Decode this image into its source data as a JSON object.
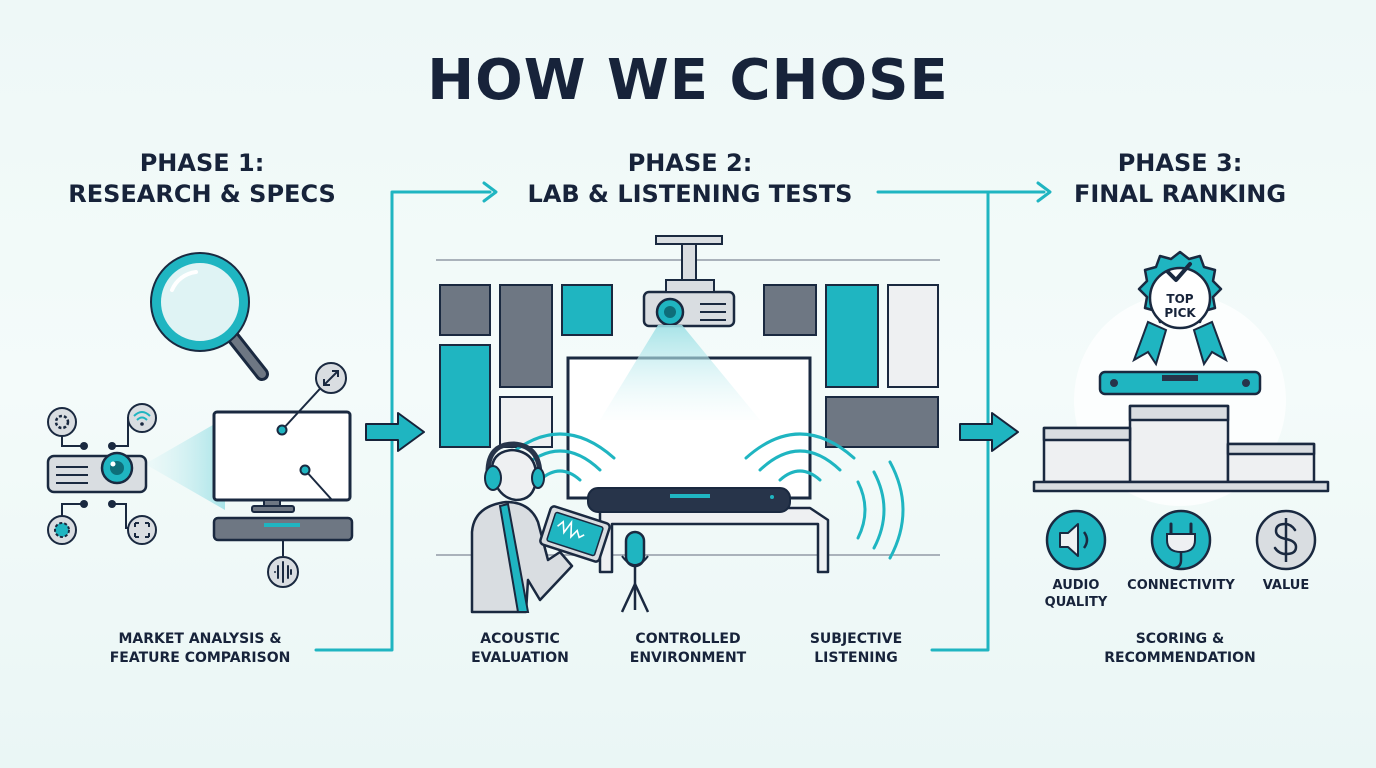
{
  "title": "HOW WE CHOSE",
  "phases": [
    {
      "line1": "PHASE 1:",
      "line2": "RESEARCH & SPECS"
    },
    {
      "line1": "PHASE 2:",
      "line2": "LAB & LISTENING TESTS"
    },
    {
      "line1": "PHASE 3:",
      "line2": "FINAL RANKING"
    }
  ],
  "phase1_caption": {
    "line1": "MARKET ANALYSIS &",
    "line2": "FEATURE COMPARISON"
  },
  "phase2_captions": [
    {
      "line1": "ACOUSTIC",
      "line2": "EVALUATION"
    },
    {
      "line1": "CONTROLLED",
      "line2": "ENVIRONMENT"
    },
    {
      "line1": "SUBJECTIVE",
      "line2": "LISTENING"
    }
  ],
  "phase3_caption": {
    "line1": "SCORING &",
    "line2": "RECOMMENDATION"
  },
  "criteria": [
    {
      "line1": "AUDIO",
      "line2": "QUALITY",
      "icon": "speaker-icon"
    },
    {
      "line1": "CONNECTIVITY",
      "line2": "",
      "icon": "plug-icon"
    },
    {
      "line1": "VALUE",
      "line2": "",
      "icon": "dollar-icon"
    }
  ],
  "badge": {
    "line1": "TOP",
    "line2": "PICK"
  },
  "colors": {
    "accent": "#1fb5c1",
    "dark": "#17233a",
    "gray": "#6e7783",
    "light_gray": "#d9dde1"
  }
}
